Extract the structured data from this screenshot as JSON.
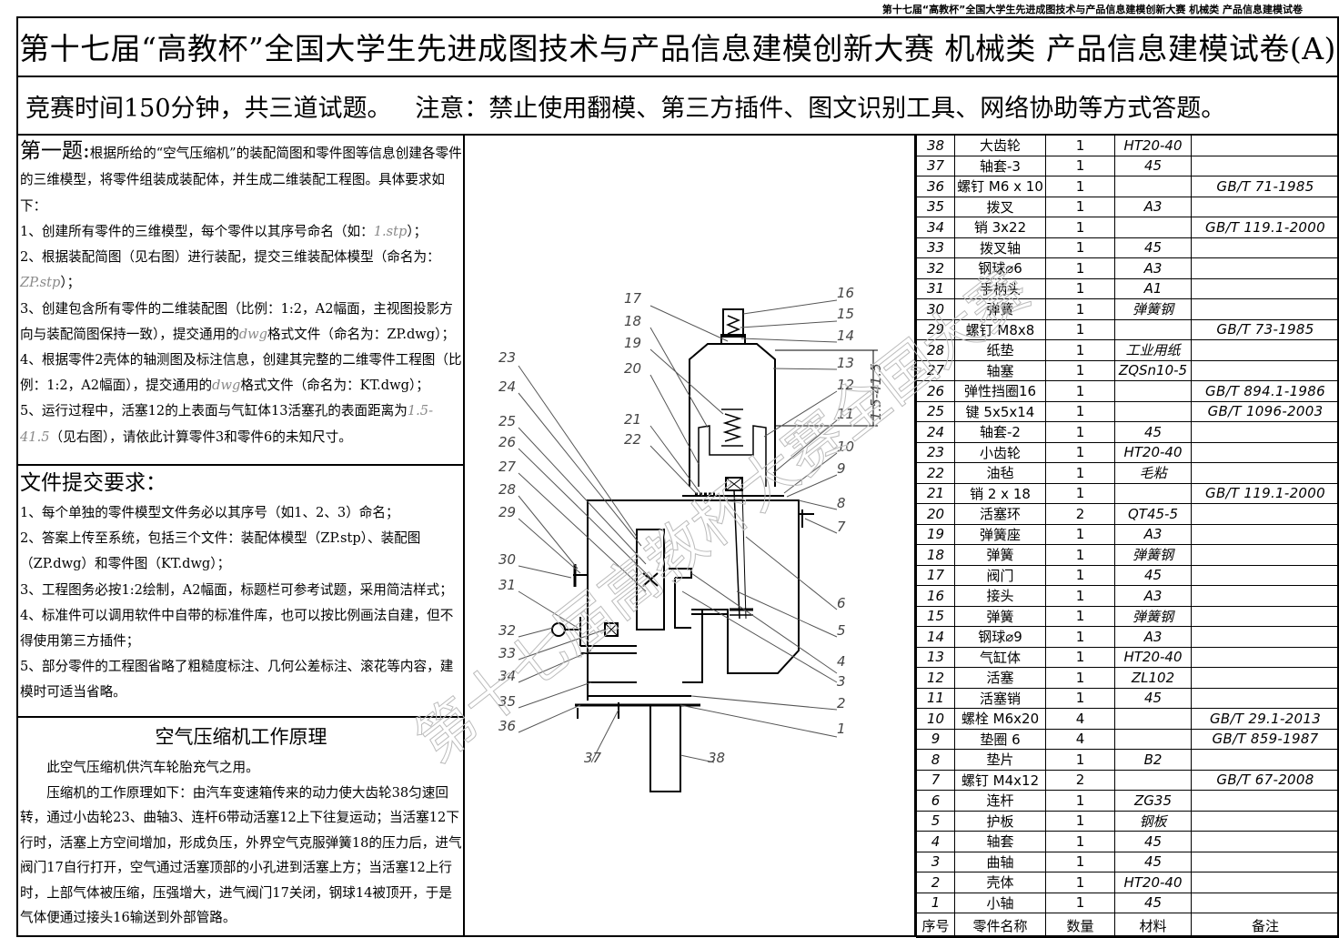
{
  "header": {
    "top_strip": "第十七届“高教杯”全国大学生先进成图技术与产品信息建模创新大赛 机械类 产品信息建模试卷",
    "title": "第十七届“高教杯”全国大学生先进成图技术与产品信息建模创新大赛 机械类 产品信息建模试卷(A)",
    "notice": "竞赛时间150分钟，共三道试题。   注意：禁止使用翻模、第三方插件、图文识别工具、网络协助等方式答题。"
  },
  "question1": {
    "label": "第一题:",
    "intro": "根据所给的“空气压缩机”的装配简图和零件图等信息创建各零件的三维模型，将零件组装成装配体，并生成二维装配工程图。具体要求如下：",
    "items": [
      [
        "1、创建所有零件的三维模型，每个零件以其序号命名（如：",
        "1.stp",
        "）；"
      ],
      [
        "2、根据装配简图（见右图）进行装配，提交三维装配体模型（命名为：",
        "ZP.stp",
        "）；"
      ],
      [
        "3、创建包含所有零件的二维装配图（比例：1:2，A2幅面，主视图投影方向与装配简图保持一致），提交通用的",
        "dwg",
        "格式文件（命名为：ZP.dwg）；"
      ],
      [
        "4、根据零件2壳体的轴测图及标注信息，创建其完整的二维零件工程图（比例：1:2，A2幅面），提交通用的",
        "dwg",
        "格式文件（命名为：KT.dwg）；"
      ],
      [
        "5、运行过程中，活塞12的上表面与气缸体13活塞孔的表面距离为",
        "1.5-41.5",
        "（见右图），请依此计算零件3和零件6的未知尺寸。"
      ]
    ]
  },
  "files": {
    "title": "文件提交要求：",
    "items": [
      "1、每个单独的零件模型文件务必以其序号（如1、2、3）命名；",
      "2、答案上传至系统，包括三个文件：装配体模型（ZP.stp）、装配图（ZP.dwg）和零件图（KT.dwg）；",
      "3、工程图务必按1:2绘制，A2幅面，标题栏可参考试题，采用简洁样式；",
      "4、标准件可以调用软件中自带的标准件库，也可以按比例画法自建，但不得使用第三方插件；",
      "5、部分零件的工程图省略了粗糙度标注、几何公差标注、滚花等内容，建模时可适当省略。"
    ]
  },
  "principle": {
    "title": "空气压缩机工作原理",
    "paragraphs": [
      "　　此空气压缩机供汽车轮胎充气之用。",
      "　　压缩机的工作原理如下：由汽车变速箱传来的动力使大齿轮38匀速回转，通过小齿轮23、曲轴3、连杆6带动活塞12上下往复运动；当活塞12下行时，活塞上方空间增加，形成负压，外界空气克服弹簧18的压力后，进气阀门17自行打开，空气通过活塞顶部的小孔进到活塞上方；当活塞12上行时，上部气体被压缩，压强增大，进气阀门17关闭，钢球14被顶开，于是气体便通过接头16输送到外部管路。"
    ]
  },
  "drawing": {
    "dimension": "1.5-41.5",
    "left_labels": [
      "23",
      "24",
      "25",
      "26",
      "27",
      "28",
      "29",
      "30",
      "31",
      "32",
      "33",
      "34",
      "35",
      "36"
    ],
    "upper_labels": [
      "17",
      "18",
      "19",
      "20",
      "21",
      "22"
    ],
    "right_labels": [
      "16",
      "15",
      "14",
      "13",
      "12",
      "11",
      "10",
      "9",
      "8",
      "7",
      "6",
      "5",
      "4",
      "3",
      "2",
      "1"
    ],
    "bottom_labels": [
      "37",
      "38"
    ]
  },
  "bom": {
    "headers": [
      "序号",
      "零件名称",
      "数量",
      "材料",
      "备注"
    ],
    "rows": [
      [
        "38",
        "大齿轮",
        "1",
        "HT20-40",
        ""
      ],
      [
        "37",
        "轴套-3",
        "1",
        "45",
        ""
      ],
      [
        "36",
        "螺钉 M6 x 10",
        "1",
        "",
        "GB/T 71-1985"
      ],
      [
        "35",
        "拨叉",
        "1",
        "A3",
        ""
      ],
      [
        "34",
        "销 3x22",
        "1",
        "",
        "GB/T 119.1-2000"
      ],
      [
        "33",
        "拨叉轴",
        "1",
        "45",
        ""
      ],
      [
        "32",
        "钢球⌀6",
        "1",
        "A3",
        ""
      ],
      [
        "31",
        "手柄头",
        "1",
        "A1",
        ""
      ],
      [
        "30",
        "弹簧",
        "1",
        "弹簧钢",
        ""
      ],
      [
        "29",
        "螺钉 M8x8",
        "1",
        "",
        "GB/T 73-1985"
      ],
      [
        "28",
        "纸垫",
        "1",
        "工业用纸",
        ""
      ],
      [
        "27",
        "轴塞",
        "1",
        "ZQSn10-5",
        ""
      ],
      [
        "26",
        "弹性挡圈16",
        "1",
        "",
        "GB/T 894.1-1986"
      ],
      [
        "25",
        "键 5x5x14",
        "1",
        "",
        "GB/T 1096-2003"
      ],
      [
        "24",
        "轴套-2",
        "1",
        "45",
        ""
      ],
      [
        "23",
        "小齿轮",
        "1",
        "HT20-40",
        ""
      ],
      [
        "22",
        "油毡",
        "1",
        "毛粘",
        ""
      ],
      [
        "21",
        "销 2 x 18",
        "1",
        "",
        "GB/T 119.1-2000"
      ],
      [
        "20",
        "活塞环",
        "2",
        "QT45-5",
        ""
      ],
      [
        "19",
        "弹簧座",
        "1",
        "A3",
        ""
      ],
      [
        "18",
        "弹簧",
        "1",
        "弹簧钢",
        ""
      ],
      [
        "17",
        "阀门",
        "1",
        "45",
        ""
      ],
      [
        "16",
        "接头",
        "1",
        "A3",
        ""
      ],
      [
        "15",
        "弹簧",
        "1",
        "弹簧钢",
        ""
      ],
      [
        "14",
        "钢球⌀9",
        "1",
        "A3",
        ""
      ],
      [
        "13",
        "气缸体",
        "1",
        "HT20-40",
        ""
      ],
      [
        "12",
        "活塞",
        "1",
        "ZL102",
        ""
      ],
      [
        "11",
        "活塞销",
        "1",
        "45",
        ""
      ],
      [
        "10",
        "螺栓 M6x20",
        "4",
        "",
        "GB/T 29.1-2013"
      ],
      [
        "9",
        "垫圈 6",
        "4",
        "",
        "GB/T 859-1987"
      ],
      [
        "8",
        "垫片",
        "1",
        "B2",
        ""
      ],
      [
        "7",
        "螺钉 M4x12",
        "2",
        "",
        "GB/T 67-2008"
      ],
      [
        "6",
        "连杆",
        "1",
        "ZG35",
        ""
      ],
      [
        "5",
        "护板",
        "1",
        "钢板",
        ""
      ],
      [
        "4",
        "轴套",
        "1",
        "45",
        ""
      ],
      [
        "3",
        "曲轴",
        "1",
        "45",
        ""
      ],
      [
        "2",
        "壳体",
        "1",
        "HT20-40",
        ""
      ],
      [
        "1",
        "小轴",
        "1",
        "45",
        ""
      ]
    ]
  },
  "watermark": "第十七届高教杯大赛全国大赛"
}
